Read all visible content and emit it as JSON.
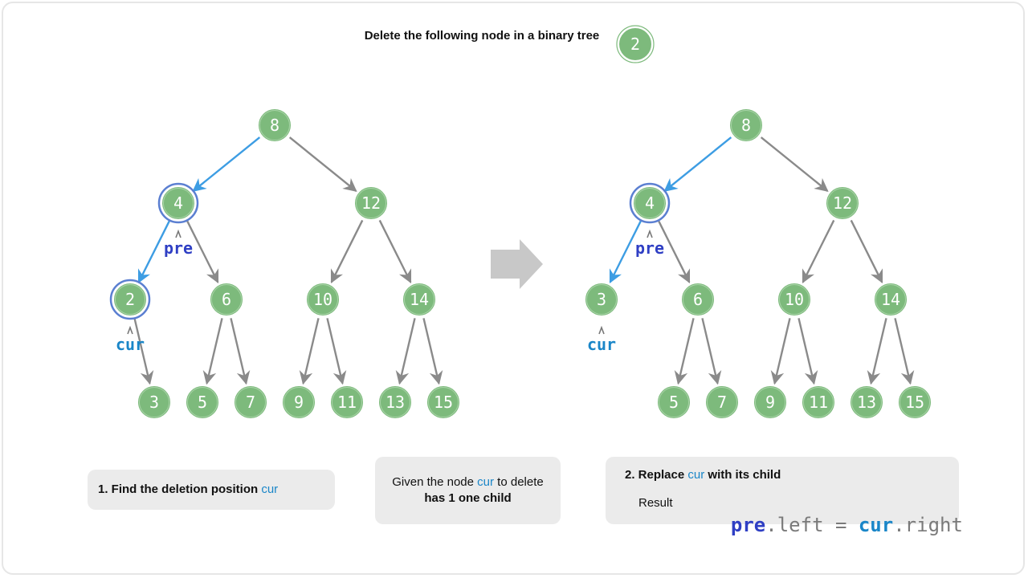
{
  "header": {
    "title": "Delete the following node in a binary tree",
    "target_node": "2"
  },
  "colors": {
    "node_fill": "#7dba7c",
    "node_ring": "#7dba7c",
    "highlight_ring": "#5b7fd1",
    "edge_gray": "#8a8a8a",
    "edge_blue": "#3d9de3",
    "label_pre": "#2f3fc4",
    "label_cur": "#1a86c8",
    "arrow_gray": "#bfbfbf"
  },
  "left_tree": {
    "nodes": [
      "8",
      "4",
      "12",
      "2",
      "6",
      "10",
      "14",
      "3",
      "5",
      "7",
      "9",
      "11",
      "13",
      "15"
    ],
    "edges": [
      [
        "8",
        "4"
      ],
      [
        "8",
        "12"
      ],
      [
        "4",
        "2"
      ],
      [
        "4",
        "6"
      ],
      [
        "12",
        "10"
      ],
      [
        "12",
        "14"
      ],
      [
        "2",
        "3"
      ],
      [
        "6",
        "5"
      ],
      [
        "6",
        "7"
      ],
      [
        "10",
        "9"
      ],
      [
        "10",
        "11"
      ],
      [
        "14",
        "13"
      ],
      [
        "14",
        "15"
      ]
    ],
    "highlight_edges": [
      [
        "8",
        "4"
      ],
      [
        "4",
        "2"
      ]
    ],
    "highlight_nodes": [
      "4",
      "2"
    ],
    "pointer_pre": "pre",
    "pointer_cur": "cur"
  },
  "right_tree": {
    "nodes": [
      "8",
      "4",
      "12",
      "3",
      "6",
      "10",
      "14",
      "5",
      "7",
      "9",
      "11",
      "13",
      "15"
    ],
    "edges": [
      [
        "8",
        "4"
      ],
      [
        "8",
        "12"
      ],
      [
        "4",
        "3"
      ],
      [
        "4",
        "6"
      ],
      [
        "12",
        "10"
      ],
      [
        "12",
        "14"
      ],
      [
        "6",
        "5"
      ],
      [
        "6",
        "7"
      ],
      [
        "10",
        "9"
      ],
      [
        "10",
        "11"
      ],
      [
        "14",
        "13"
      ],
      [
        "14",
        "15"
      ]
    ],
    "highlight_edges": [
      [
        "8",
        "4"
      ],
      [
        "4",
        "3"
      ]
    ],
    "highlight_nodes": [
      "4"
    ],
    "pointer_pre": "pre",
    "pointer_cur": "cur"
  },
  "captions": {
    "step1_text": "1. Find the deletion position ",
    "step1_var": "cur",
    "given_pre": "Given the node ",
    "given_var": "cur",
    "given_post": " to delete",
    "given_line2": "has 1 one child",
    "step2_num": "2. Replace ",
    "step2_var": "cur",
    "step2_post": " with its child",
    "result_label": "Result",
    "code_pre": "pre",
    "code_left": ".left = ",
    "code_cur": "cur",
    "code_right": ".right"
  }
}
